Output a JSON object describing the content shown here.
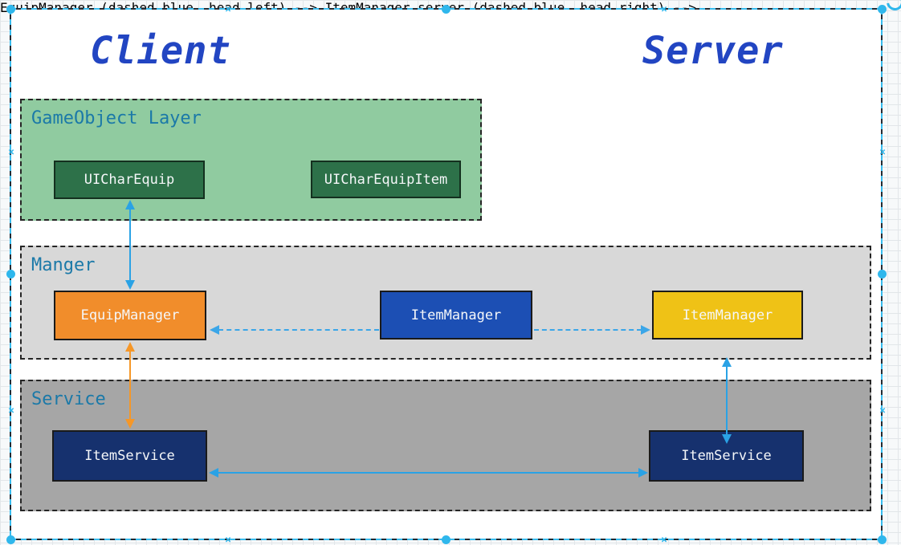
{
  "diagram": {
    "client_heading": "Client",
    "server_heading": "Server",
    "layers": {
      "gameobject": {
        "label": "GameObject Layer",
        "boxes": {
          "uicharequip": "UICharEquip",
          "uicharequipitem": "UICharEquipItem"
        }
      },
      "manager": {
        "label": "Manger",
        "boxes": {
          "equipmanager": "EquipManager",
          "itemmanager_client": "ItemManager",
          "itemmanager_server": "ItemManager"
        }
      },
      "service": {
        "label": "Service",
        "boxes": {
          "itemservice_client": "ItemService",
          "itemservice_server": "ItemService"
        }
      }
    }
  },
  "colors": {
    "heading_blue": "#2245c2",
    "layer_label_teal": "#1b79a8",
    "selection_accent": "#2fb7ec",
    "arrow_blue": "#2aa2e5",
    "arrow_dashed_blue": "#3ba6e8",
    "arrow_orange": "#f59728",
    "gameobject_layer_fill": "#90cba0",
    "gameobject_node_fill": "#2d7149",
    "manager_layer_fill": "#d8d8d8",
    "service_layer_fill": "#a6a6a6",
    "equipmanager_fill": "#f18d2b",
    "itemmanager_client_fill": "#1c4fb4",
    "itemmanager_server_fill": "#efc216",
    "itemservice_fill": "#16316e",
    "canvas_fill": "#ffffff",
    "grid_line": "#e2e6e9"
  }
}
